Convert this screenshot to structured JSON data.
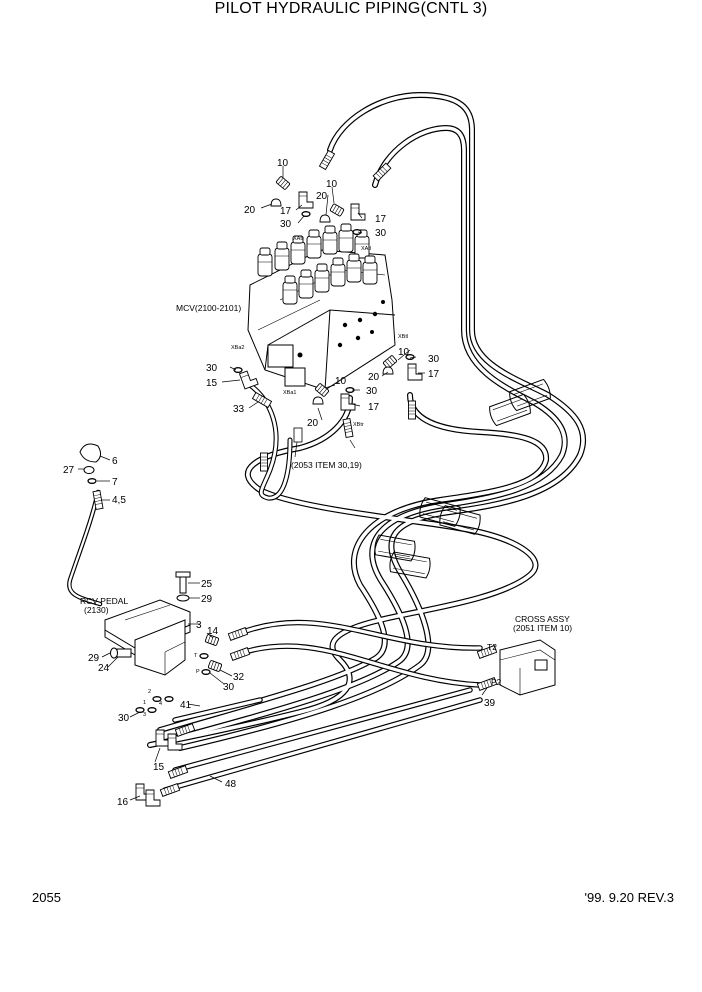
{
  "title": "PILOT HYDRAULIC PIPING(CNTL 3)",
  "footer": {
    "page_number": "2055",
    "revision": "'99. 9.20 REV.3"
  },
  "assemblies": {
    "mcv": "MCV(2100-2101)",
    "rcv_pedal": "RCV PEDAL",
    "rcv_pedal_ref": "(2130)",
    "cross_assy": "CROSS ASSY",
    "cross_assy_ref": "(2051 ITEM 10)",
    "ref_2053": "(2053 ITEM 30,19)"
  },
  "ports": {
    "xatr": "XAtr",
    "xatl": "XAtl",
    "xbtl": "XBtl",
    "xba2": "XBa2",
    "xba1": "XBa1",
    "xbtr": "XBtr",
    "t": "T",
    "p": "P",
    "t2": "T2",
    "p2": "P2",
    "n1": "1",
    "n2": "2",
    "n3": "3",
    "n4": "4"
  },
  "callouts": {
    "c10a": "10",
    "c20a": "20",
    "c17a": "17",
    "c30a": "30",
    "c10b": "10",
    "c20b": "20",
    "c17b": "17",
    "c30b": "30",
    "c10c": "10",
    "c30c": "30",
    "c17c": "17",
    "c20c": "20",
    "c30d": "30",
    "c15a": "15",
    "c33": "33",
    "c10d": "10",
    "c30e": "30",
    "c17d": "17",
    "c20d": "20",
    "c6": "6",
    "c27": "27",
    "c7": "7",
    "c45": "4,5",
    "c25": "25",
    "c29a": "29",
    "c3": "3",
    "c14": "14",
    "c29b": "29",
    "c24": "24",
    "c32": "32",
    "c30f": "30",
    "c30g": "30",
    "c41": "41",
    "c15b": "15",
    "c16": "16",
    "c48": "48",
    "c39": "39"
  }
}
